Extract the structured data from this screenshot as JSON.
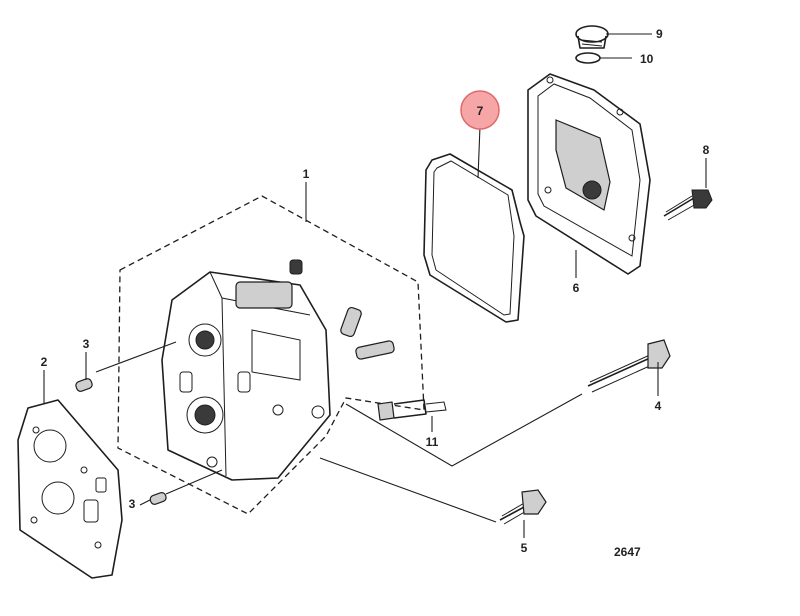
{
  "diagram": {
    "figure_number": "2647",
    "highlight_color": "#f6a6a6",
    "highlight_stroke": "#e06a6a",
    "highlighted_callout": "7",
    "callouts": {
      "c1": "1",
      "c2": "2",
      "c3a": "3",
      "c3b": "3",
      "c4": "4",
      "c5": "5",
      "c6": "6",
      "c7": "7",
      "c8": "8",
      "c9": "9",
      "c10": "10",
      "c11": "11"
    }
  }
}
